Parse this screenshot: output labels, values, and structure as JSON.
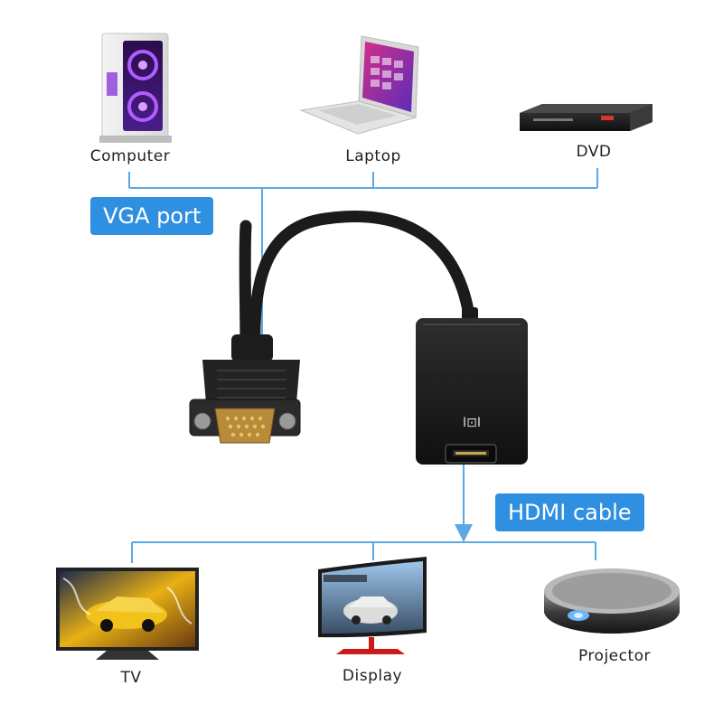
{
  "top_devices": [
    {
      "id": "computer",
      "label": "Computer",
      "icon": "computer-tower-icon"
    },
    {
      "id": "laptop",
      "label": "Laptop",
      "icon": "laptop-icon"
    },
    {
      "id": "dvd",
      "label": "DVD",
      "icon": "dvd-player-icon"
    }
  ],
  "bottom_devices": [
    {
      "id": "tv",
      "label": "TV",
      "icon": "tv-icon"
    },
    {
      "id": "display",
      "label": "Display",
      "icon": "monitor-icon"
    },
    {
      "id": "projector",
      "label": "Projector",
      "icon": "projector-icon"
    }
  ],
  "callouts": {
    "vga": "VGA port",
    "hdmi": "HDMI cable"
  },
  "adapter": {
    "port_symbol": "I⊡I",
    "icon": "vga-to-hdmi-adapter-icon"
  },
  "colors": {
    "accent": "#2f8fe0",
    "line": "#5aa8e6",
    "cable": "#1b1b1b"
  }
}
